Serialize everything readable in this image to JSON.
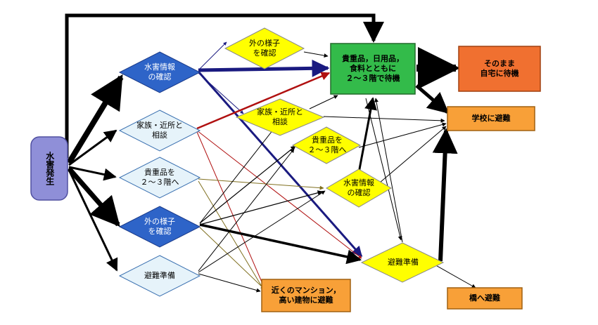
{
  "nodes": {
    "start": "水害発生",
    "info1": "水害情報\nの確認",
    "family1": "家族・近所と\n相談",
    "valuables1": "貴重品を\n２～３階へ",
    "outside1": "外の様子\nを確認",
    "prep1": "避難準備",
    "outside2": "外の様子\nを確認",
    "family2": "家族・近所と\n相談",
    "valuables2": "貴重品を\n２～３階へ",
    "info2": "水害情報\nの確認",
    "prep2": "避難準備",
    "wait_upstairs": "貴重品，日用品，\n食料とともに\n２～３階で待機",
    "stay_home": "そのまま\n自宅に待機",
    "school": "学校に避難",
    "mansion": "近くのマンション，\n高い建物に避難",
    "bridge": "橋へ避難"
  },
  "colors": {
    "blue": "#2e64c8",
    "light_blue": "#e6f3fa",
    "yellow": "#ffff00",
    "green": "#33bb4a",
    "orange_red": "#f07030",
    "orange": "#f8a038",
    "navy_arrow": "#1a1a80",
    "red_arrow": "#b01010",
    "black": "#000000"
  }
}
